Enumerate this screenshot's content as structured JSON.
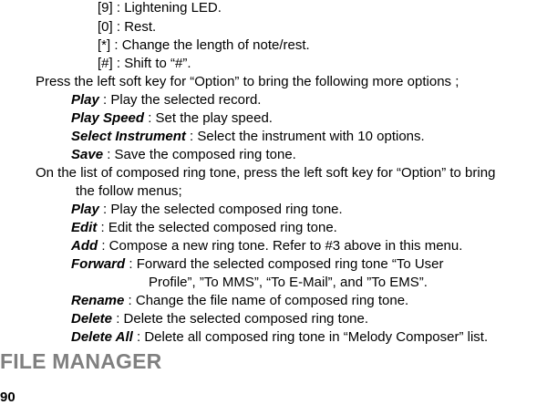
{
  "keys": [
    {
      "key": "[9]",
      "desc": " : Lightening LED."
    },
    {
      "key": "[0]",
      "desc": " : Rest."
    },
    {
      "key": "[*]",
      "desc": " : Change the length of note/rest."
    },
    {
      "key": "[#]",
      "desc": " : Shift to “#”."
    }
  ],
  "option_intro": "Press the left soft key for “Option” to bring the following more options ;",
  "options": [
    {
      "term": "Play",
      "desc": " : Play the selected record."
    },
    {
      "term": "Play Speed",
      "desc": " : Set the play speed."
    },
    {
      "term": "Select Instrument",
      "desc": " : Select the instrument with 10 options."
    },
    {
      "term": "Save",
      "desc": " : Save the composed ring tone."
    }
  ],
  "list_intro_line1": "On the list of composed ring tone, press the left soft key for “Option” to bring",
  "list_intro_line2": "the follow menus;",
  "list_options": [
    {
      "term": "Play",
      "desc": " : Play the selected composed ring tone."
    },
    {
      "term": "Edit",
      "desc": " : Edit the selected composed ring tone."
    },
    {
      "term": "Add",
      "desc": " : Compose a new ring tone. Refer to #3 above in this menu."
    },
    {
      "term": "Forward",
      "desc": " : Forward the selected composed ring tone “To User"
    },
    {
      "term": "Rename",
      "desc": " : Change the file name of composed ring tone."
    },
    {
      "term": "Delete",
      "desc": " : Delete the selected composed ring tone."
    },
    {
      "term": "Delete All",
      "desc": " : Delete all composed ring tone in “Melody Composer” list."
    }
  ],
  "forward_continuation": "Profile”, ”To MMS”, “To E-Mail”, and ”To EMS”.",
  "section_heading": "FILE MANAGER",
  "page_number": "90"
}
